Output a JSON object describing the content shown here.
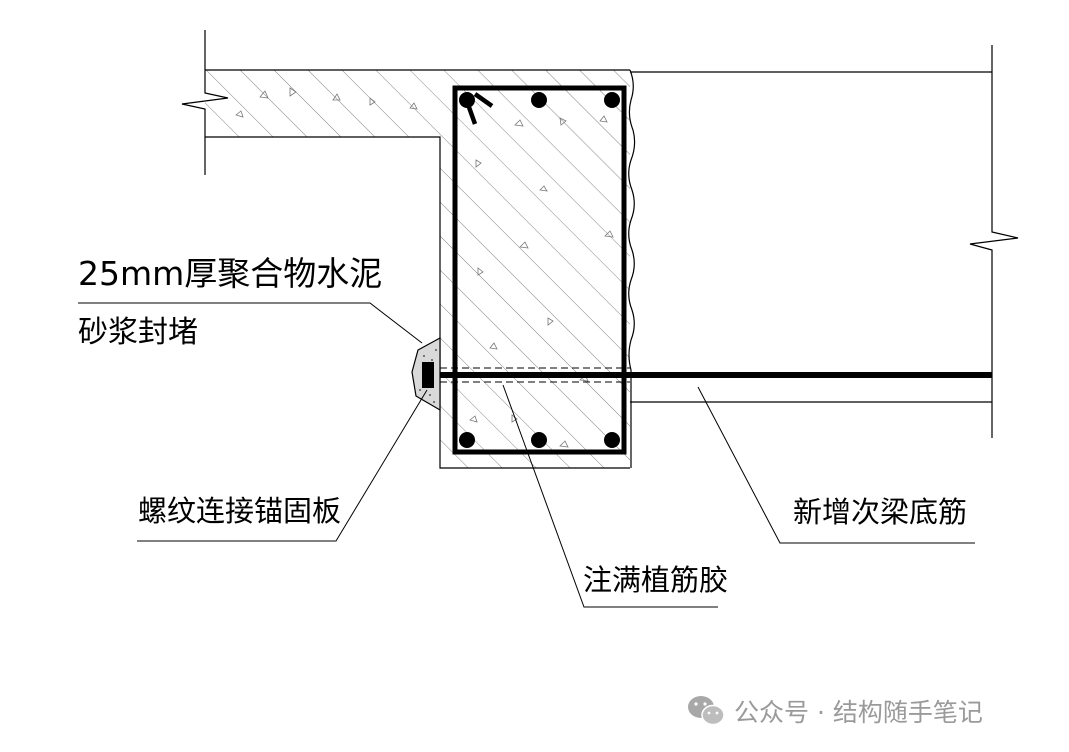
{
  "labels": {
    "mortar_line1": "25mm厚聚合物水泥",
    "mortar_line2": "砂浆封堵",
    "anchor_plate": "螺纹连接锚固板",
    "glue": "注满植筋胶",
    "bottom_bar": "新增次梁底筋"
  },
  "watermark": {
    "text": "公众号 · 结构随手笔记",
    "icon": "wechat-icon"
  },
  "colors": {
    "line": "#000000",
    "hatch": "#555555",
    "watermark": "#9a9a9a"
  }
}
